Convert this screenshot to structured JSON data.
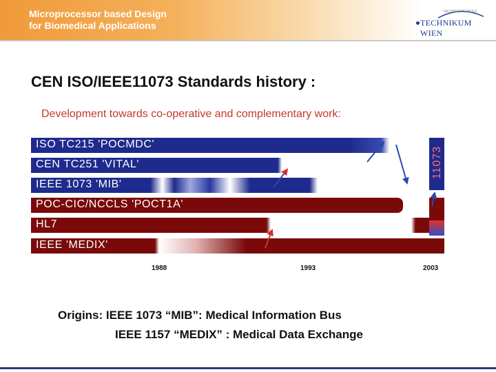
{
  "header": {
    "title_line1": "Microprocessor based Design",
    "title_line2": "for Biomedical Applications",
    "logo_text": "TECHNIKUM WIEN",
    "logo_small": "FACHHOCHSCHULE"
  },
  "title": "CEN ISO/IEEE11073 Standards history :",
  "subtitle": "Development towards co-operative and complementary work:",
  "chart_data": {
    "type": "timeline",
    "x_ticks": [
      "1988",
      "1993",
      "2003"
    ],
    "side_label": "11073",
    "rows": [
      {
        "label": "ISO TC215 'POCMDC'",
        "color": "#1e2b8c"
      },
      {
        "label": "CEN TC251 'VITAL'",
        "color": "#1e2b8c"
      },
      {
        "label": "IEEE 1073 'MIB'",
        "color": "#1e2b8c"
      },
      {
        "label": "POC-CIC/NCCLS 'POCT1A'",
        "color": "#7a0a0a"
      },
      {
        "label": "HL7",
        "color": "#7a0a0a"
      },
      {
        "label": "IEEE 'MEDIX'",
        "color": "#7a0a0a"
      }
    ]
  },
  "origins": {
    "line1": "Origins: IEEE 1073 “MIB”: Medical Information Bus",
    "line2": "IEEE 1157 “MEDIX” : Medical Data Exchange"
  },
  "colors": {
    "navy": "#1e2b8c",
    "maroon": "#7a0a0a",
    "accent": "#f09a3a"
  }
}
